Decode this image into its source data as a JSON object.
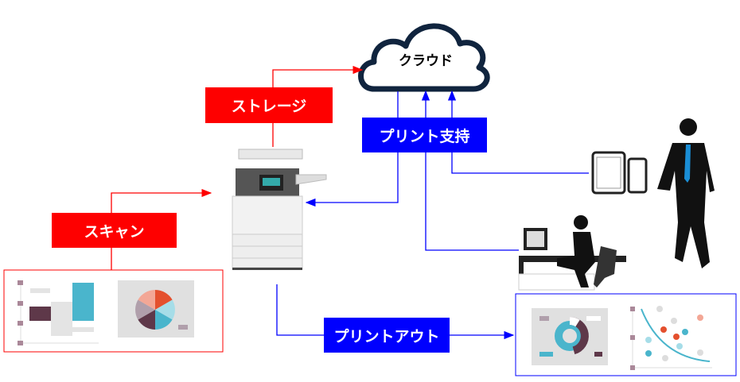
{
  "labels": {
    "cloud": "クラウド",
    "storage": "ストレージ",
    "scan": "スキャン",
    "print_support": "プリント支持",
    "printout": "プリントアウト"
  },
  "colors": {
    "scan_flow": "#fe0000",
    "print_flow": "#0000fe",
    "teal": "#4ab5cc",
    "plum": "#5e3849",
    "orange": "#e4502e"
  }
}
